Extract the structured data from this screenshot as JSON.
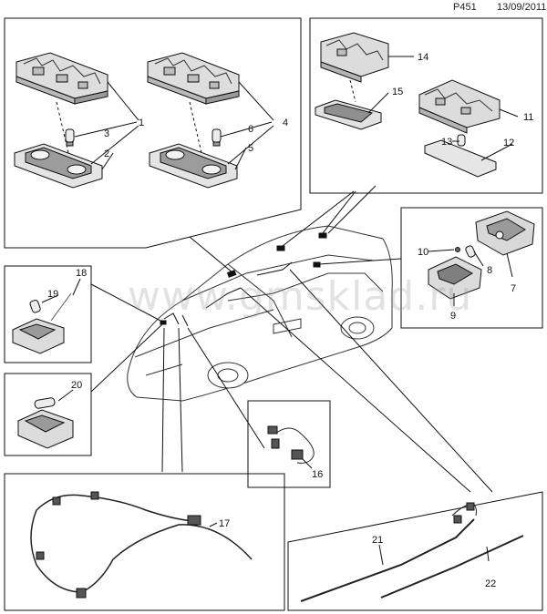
{
  "header": {
    "page_code": "P451",
    "date": "13/09/2011"
  },
  "watermark": "www.gmsklad.ru",
  "callouts": [
    "1",
    "2",
    "3",
    "4",
    "5",
    "6",
    "7",
    "8",
    "9",
    "10",
    "11",
    "12",
    "13",
    "14",
    "15",
    "16",
    "17",
    "18",
    "19",
    "20",
    "21",
    "22"
  ],
  "colors": {
    "line": "#111111",
    "part_fill": "#d9d9d9",
    "part_dark": "#8a8a8a",
    "car_line": "#333333"
  }
}
